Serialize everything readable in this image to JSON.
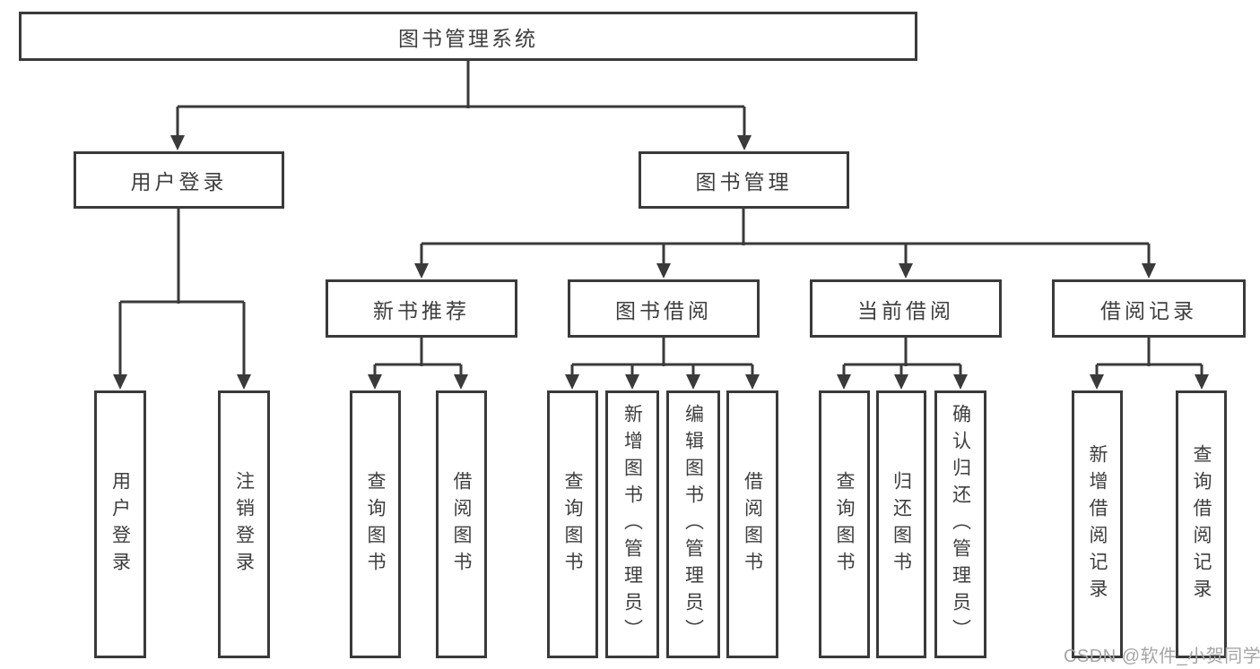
{
  "diagram": {
    "root": {
      "label": "图书管理系统"
    },
    "branches": [
      {
        "label": "用户登录",
        "children": [
          {
            "label": "用户登录"
          },
          {
            "label": "注销登录"
          }
        ]
      },
      {
        "label": "图书管理",
        "children": [
          {
            "label": "新书推荐",
            "children": [
              {
                "label": "查询图书"
              },
              {
                "label": "借阅图书"
              }
            ]
          },
          {
            "label": "图书借阅",
            "children": [
              {
                "label": "查询图书"
              },
              {
                "label": "新增图书（管理员）"
              },
              {
                "label": "编辑图书（管理员）"
              },
              {
                "label": "借阅图书"
              }
            ]
          },
          {
            "label": "当前借阅",
            "children": [
              {
                "label": "查询图书"
              },
              {
                "label": "归还图书"
              },
              {
                "label": "确认归还（管理员）"
              }
            ]
          },
          {
            "label": "借阅记录",
            "children": [
              {
                "label": "新增借阅记录"
              },
              {
                "label": "查询借阅记录"
              }
            ]
          }
        ]
      }
    ]
  },
  "watermark": {
    "text": "CSDN @软件_小贺同学"
  },
  "colors": {
    "line": "#3a3a3a",
    "text": "#3e3e3e",
    "watermark": "#a5a5a5",
    "background": "#ffffff"
  }
}
